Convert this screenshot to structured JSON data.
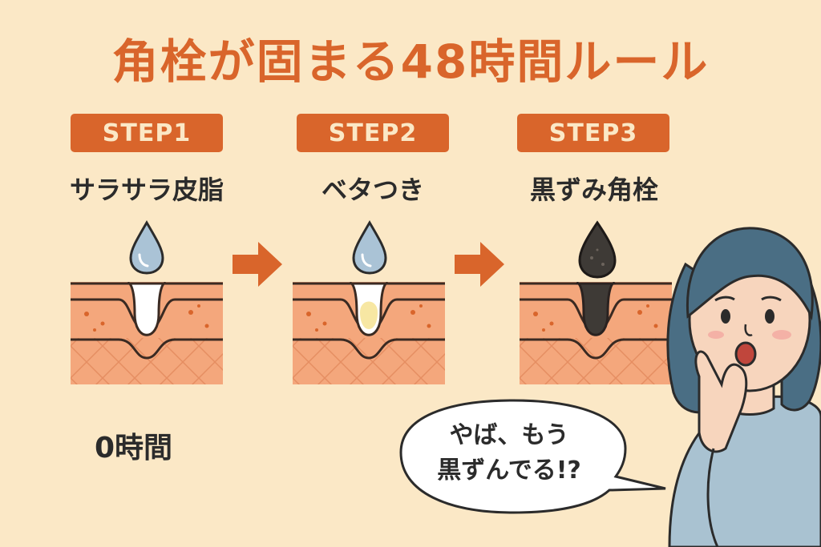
{
  "title": "角栓が固まる48時間ルール",
  "steps": [
    {
      "badge": "STEP1",
      "label": "サラサラ皮脂"
    },
    {
      "badge": "STEP2",
      "label": "ベタつき"
    },
    {
      "badge": "STEP3",
      "label": "黒ずみ角栓"
    }
  ],
  "time_label": "0時間",
  "speech": {
    "line1": "やば、もう",
    "line2": "黒ずんでる!?"
  },
  "colors": {
    "background": "#fbe8c6",
    "accent": "#d9652b",
    "skin": "#f4a77c",
    "sebum_clear": "#ffffff",
    "sebum_sticky": "#f7e7a3",
    "sebum_dark": "#3e3a36"
  }
}
